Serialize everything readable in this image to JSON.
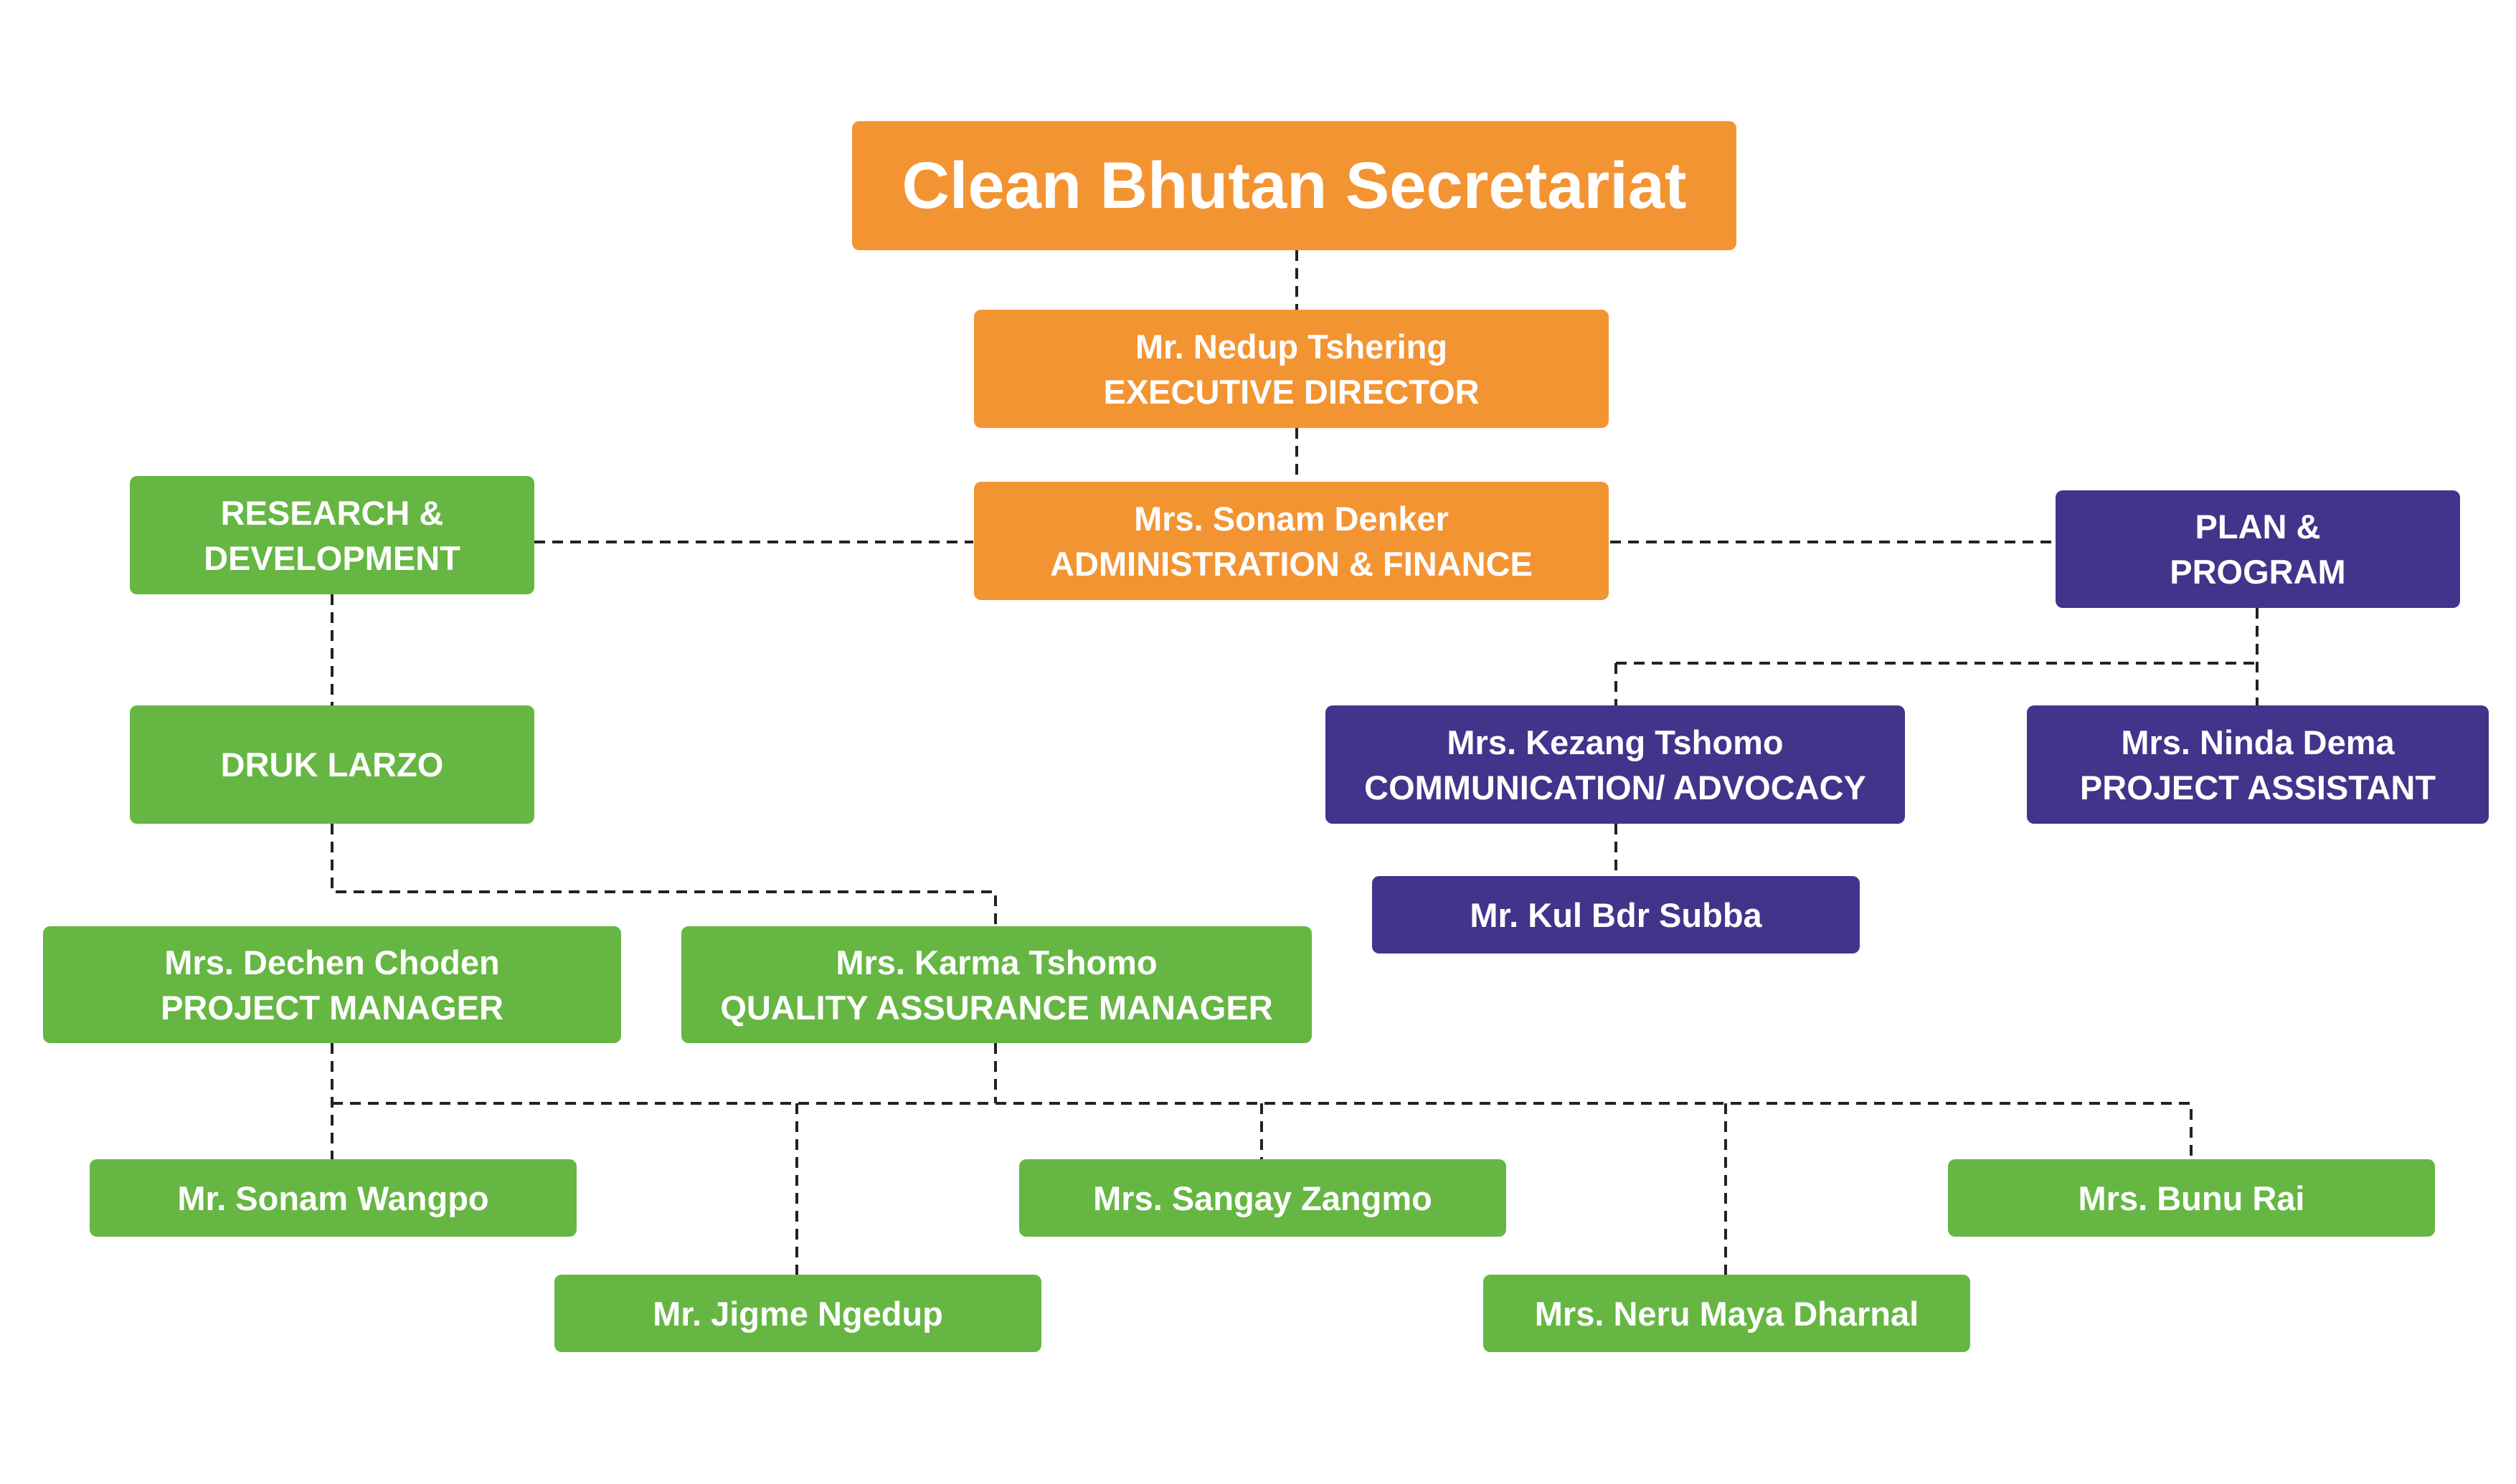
{
  "colors": {
    "orange": "#F39433",
    "green": "#66B643",
    "purple": "#43338B",
    "connector": "#222222"
  },
  "nodes": {
    "root": {
      "lines": [
        "Clean Bhutan Secretariat"
      ]
    },
    "exec_director": {
      "lines": [
        "Mr. Nedup Tshering",
        "EXECUTIVE DIRECTOR"
      ]
    },
    "admin_finance": {
      "lines": [
        "Mrs. Sonam Denker",
        "ADMINISTRATION & FINANCE"
      ]
    },
    "research": {
      "lines": [
        "RESEARCH &",
        "DEVELOPMENT"
      ]
    },
    "plan_program": {
      "lines": [
        "PLAN &",
        "PROGRAM"
      ]
    },
    "druk_larzo": {
      "lines": [
        "DRUK LARZO"
      ]
    },
    "kezang": {
      "lines": [
        "Mrs. Kezang Tshomo",
        "COMMUNICATION/ ADVOCACY"
      ]
    },
    "ninda": {
      "lines": [
        "Mrs. Ninda Dema",
        "PROJECT ASSISTANT"
      ]
    },
    "kul": {
      "lines": [
        "Mr. Kul Bdr Subba"
      ]
    },
    "dechen": {
      "lines": [
        "Mrs. Dechen Choden",
        "PROJECT MANAGER"
      ]
    },
    "karma": {
      "lines": [
        "Mrs. Karma Tshomo",
        "QUALITY ASSURANCE MANAGER"
      ]
    },
    "sonam_wangpo": {
      "lines": [
        "Mr. Sonam Wangpo"
      ]
    },
    "jigme": {
      "lines": [
        "Mr. Jigme Ngedup"
      ]
    },
    "sangay": {
      "lines": [
        "Mrs. Sangay Zangmo"
      ]
    },
    "neru": {
      "lines": [
        "Mrs. Neru Maya Dharnal"
      ]
    },
    "bunu": {
      "lines": [
        "Mrs. Bunu Rai"
      ]
    }
  }
}
